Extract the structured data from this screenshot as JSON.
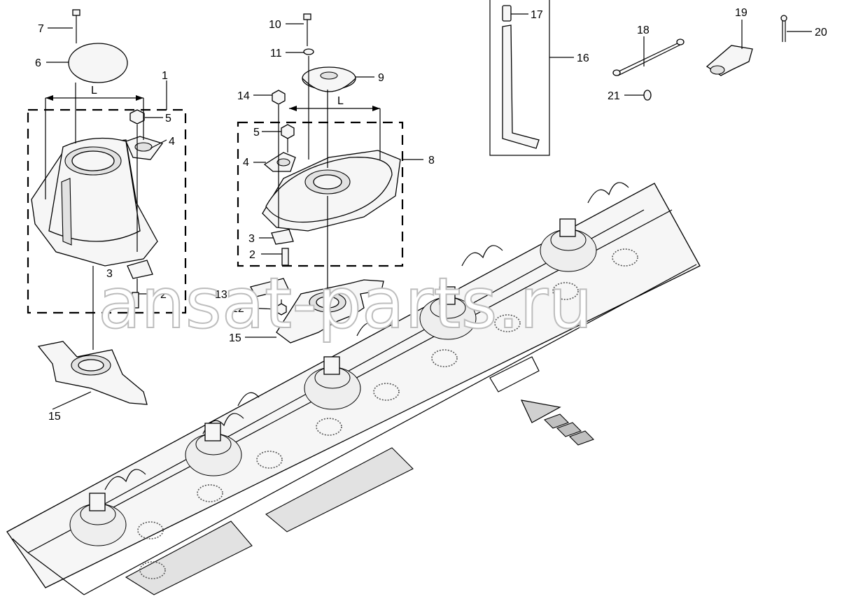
{
  "callouts": {
    "c1": "1",
    "c2a": "2",
    "c2b": "2",
    "c3a": "3",
    "c3b": "3",
    "c4a": "4",
    "c4b": "4",
    "c5a": "5",
    "c5b": "5",
    "c6": "6",
    "c7": "7",
    "c8": "8",
    "c9": "9",
    "c10": "10",
    "c11": "11",
    "c12": "12",
    "c13": "13",
    "c14": "14",
    "c15a": "15",
    "c15b": "15",
    "c16": "16",
    "c17": "17",
    "c18": "18",
    "c19": "19",
    "c20": "20",
    "c21": "21"
  },
  "dimensions": {
    "left_dim": "L",
    "right_dim": "L"
  },
  "watermark": "ansat-parts.ru",
  "colors": {
    "line": "#000000",
    "fill": "#f6f6f6",
    "shade": "#e2e2e2",
    "watermark_outline": "#bdbdbd"
  }
}
